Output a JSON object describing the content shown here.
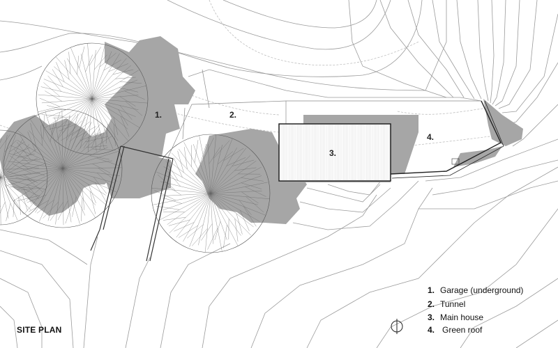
{
  "drawing": {
    "title": "SITE PLAN",
    "site_labels": [
      {
        "key": "garage",
        "text": "1."
      },
      {
        "key": "tunnel",
        "text": "2."
      },
      {
        "key": "main-house",
        "text": "3."
      },
      {
        "key": "green-roof",
        "text": "4."
      }
    ],
    "legend": [
      {
        "number": "1.",
        "label": "Garage (underground)"
      },
      {
        "number": "2.",
        "label": "Tunnel"
      },
      {
        "number": "3.",
        "label": "Main house"
      },
      {
        "number": "4.",
        "label": "Green roof"
      }
    ]
  },
  "colors": {
    "shadow": "#a6a6a6",
    "line": "#8a8a8a",
    "dark_line": "#222222",
    "background": "#ffffff"
  },
  "icons": {
    "north_arrow": "north-arrow-icon"
  }
}
